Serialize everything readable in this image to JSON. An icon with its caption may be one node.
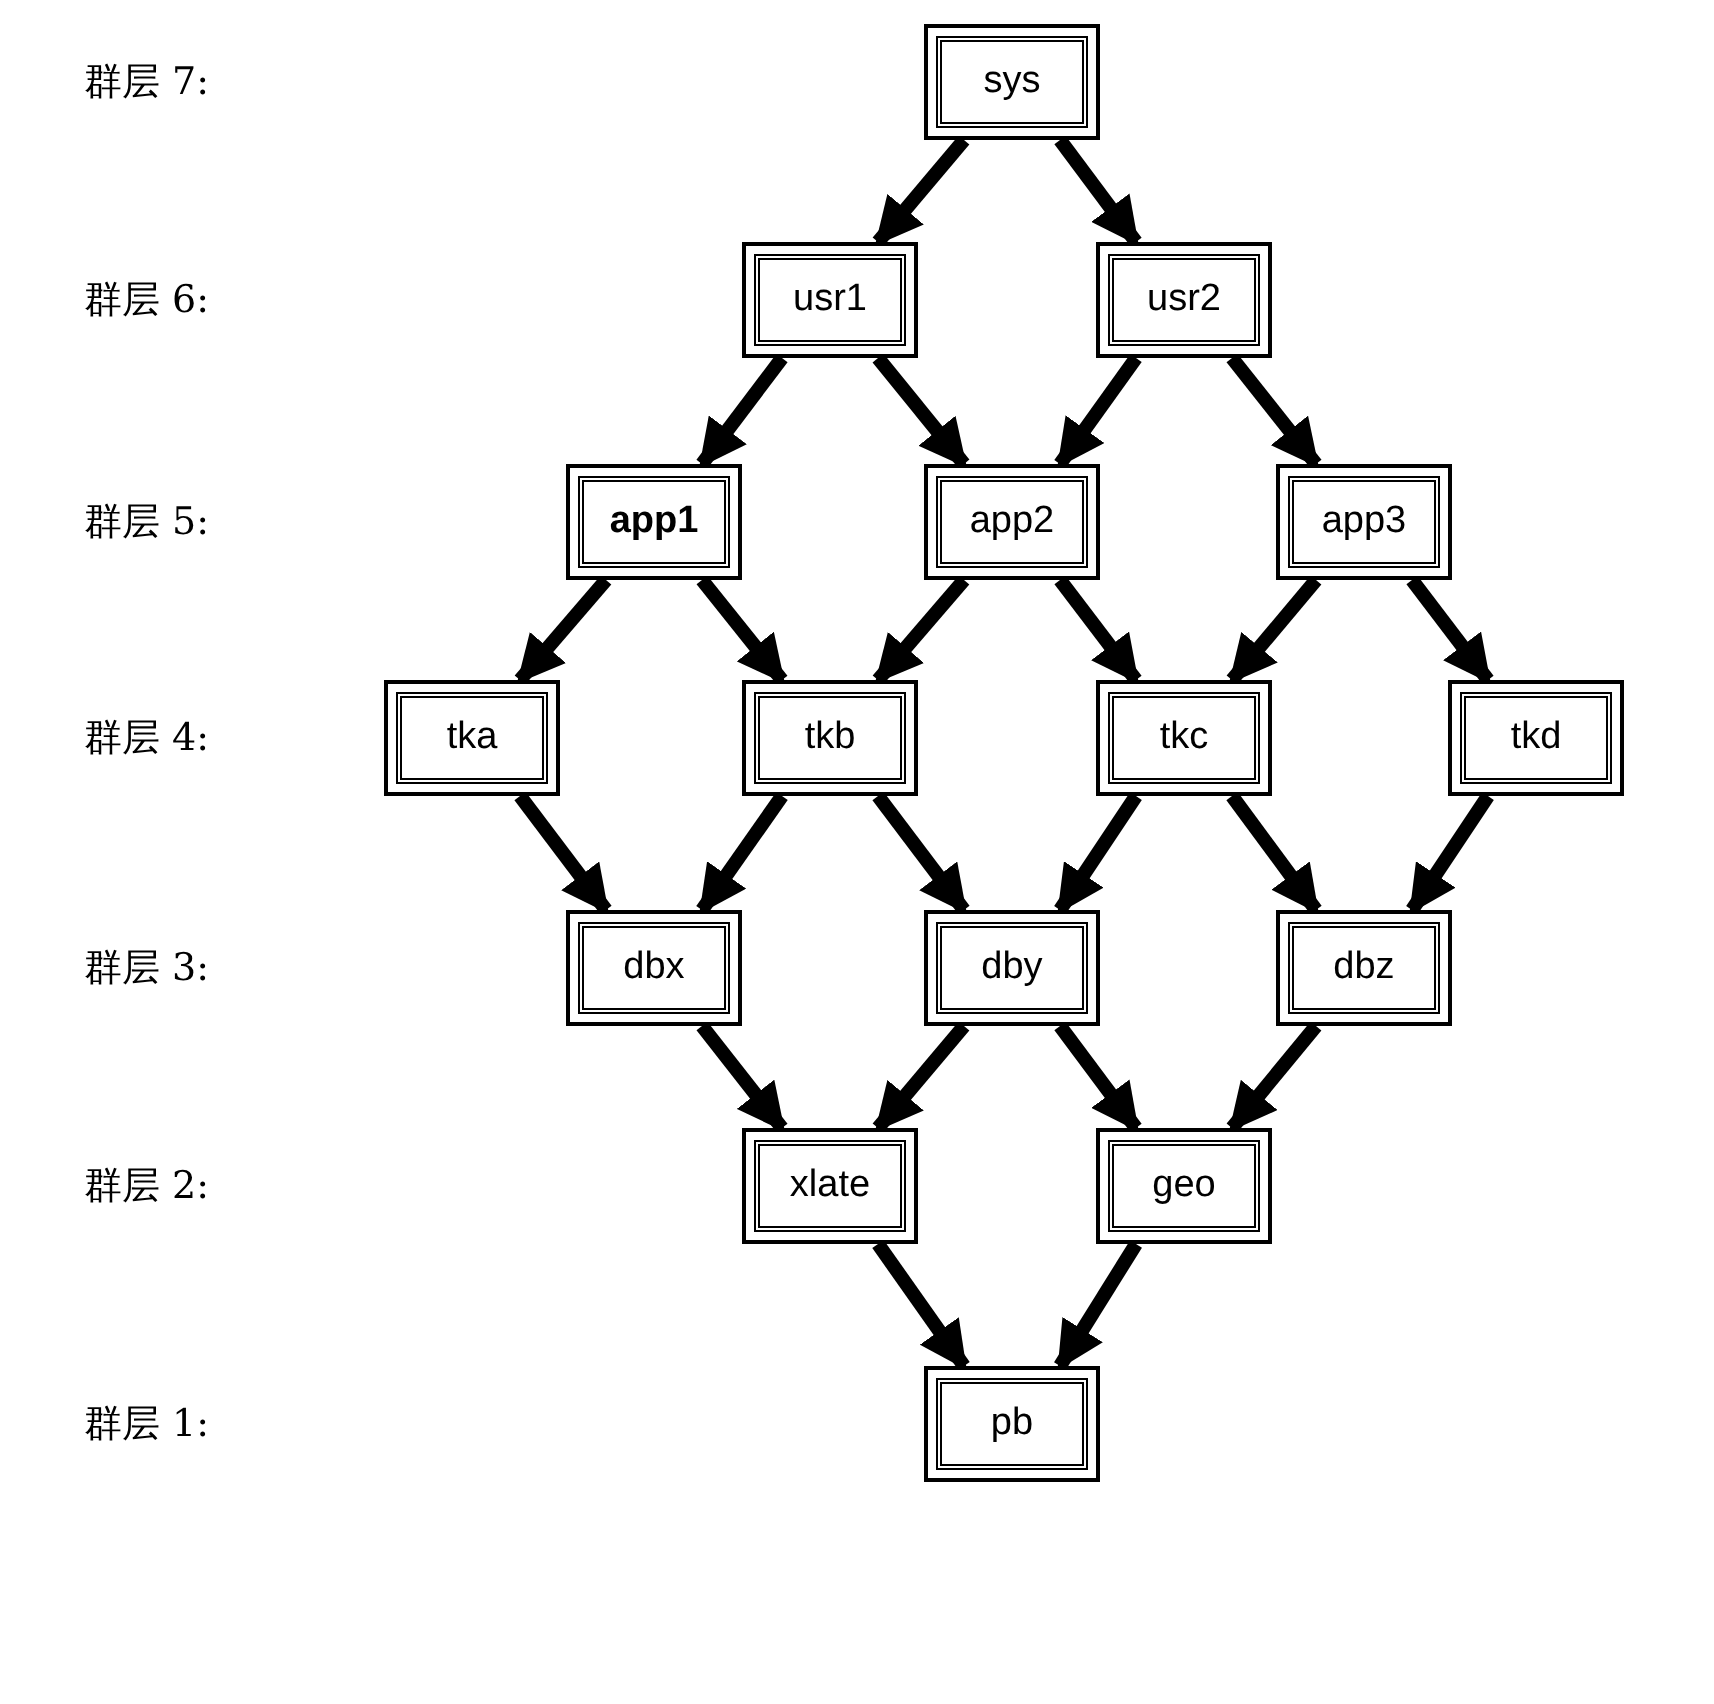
{
  "diagram": {
    "nodes": [
      {
        "text": [
          "sys"
        ]
      },
      {
        "text": [
          "usr1"
        ]
      },
      {
        "text": [
          "usr2"
        ]
      },
      {
        "text": [
          "app1"
        ]
      },
      {
        "text": [
          "app2"
        ]
      },
      {
        "text": [
          "app3"
        ]
      },
      {
        "text": [
          "tka"
        ]
      },
      {
        "text": [
          "tkb"
        ]
      },
      {
        "text": [
          "tkc"
        ]
      },
      {
        "text": [
          "tkd"
        ]
      },
      {
        "text": [
          "dbx"
        ]
      },
      {
        "text": [
          "dby"
        ]
      },
      {
        "text": [
          "dbz"
        ]
      },
      {
        "text": [
          "xlate"
        ]
      },
      {
        "text": [
          "geo"
        ]
      },
      {
        "text": [
          "pb"
        ]
      }
    ],
    "edges": [
      {
        "from": 0,
        "to": 1,
        "arrow": "to"
      },
      {
        "from": 0,
        "to": 2,
        "arrow": "to"
      },
      {
        "from": 1,
        "to": 3,
        "arrow": "to"
      },
      {
        "from": 1,
        "to": 4,
        "arrow": "to"
      },
      {
        "from": 2,
        "to": 4,
        "arrow": "to"
      },
      {
        "from": 2,
        "to": 5,
        "arrow": "to"
      },
      {
        "from": 3,
        "to": 6,
        "arrow": "to"
      },
      {
        "from": 3,
        "to": 7,
        "arrow": "to"
      },
      {
        "from": 4,
        "to": 7,
        "arrow": "to"
      },
      {
        "from": 4,
        "to": 8,
        "arrow": "to"
      },
      {
        "from": 5,
        "to": 8,
        "arrow": "to"
      },
      {
        "from": 5,
        "to": 9,
        "arrow": "to"
      },
      {
        "from": 6,
        "to": 10,
        "arrow": "to"
      },
      {
        "from": 7,
        "to": 10,
        "arrow": "to"
      },
      {
        "from": 7,
        "to": 11,
        "arrow": "to"
      },
      {
        "from": 8,
        "to": 11,
        "arrow": "to"
      },
      {
        "from": 8,
        "to": 12,
        "arrow": "to"
      },
      {
        "from": 9,
        "to": 12,
        "arrow": "to"
      },
      {
        "from": 10,
        "to": 13,
        "arrow": "to"
      },
      {
        "from": 11,
        "to": 13,
        "arrow": "to"
      },
      {
        "from": 11,
        "to": 14,
        "arrow": "to"
      },
      {
        "from": 12,
        "to": 14,
        "arrow": "to"
      },
      {
        "from": 13,
        "to": 15,
        "arrow": "to"
      },
      {
        "from": 14,
        "to": 15,
        "arrow": "to"
      }
    ],
    "labels": [
      "群层 7:",
      "群层 6:",
      "群层 5:",
      "群层 4:",
      "群层 3:",
      "群层 2:",
      "群层 1:"
    ]
  }
}
